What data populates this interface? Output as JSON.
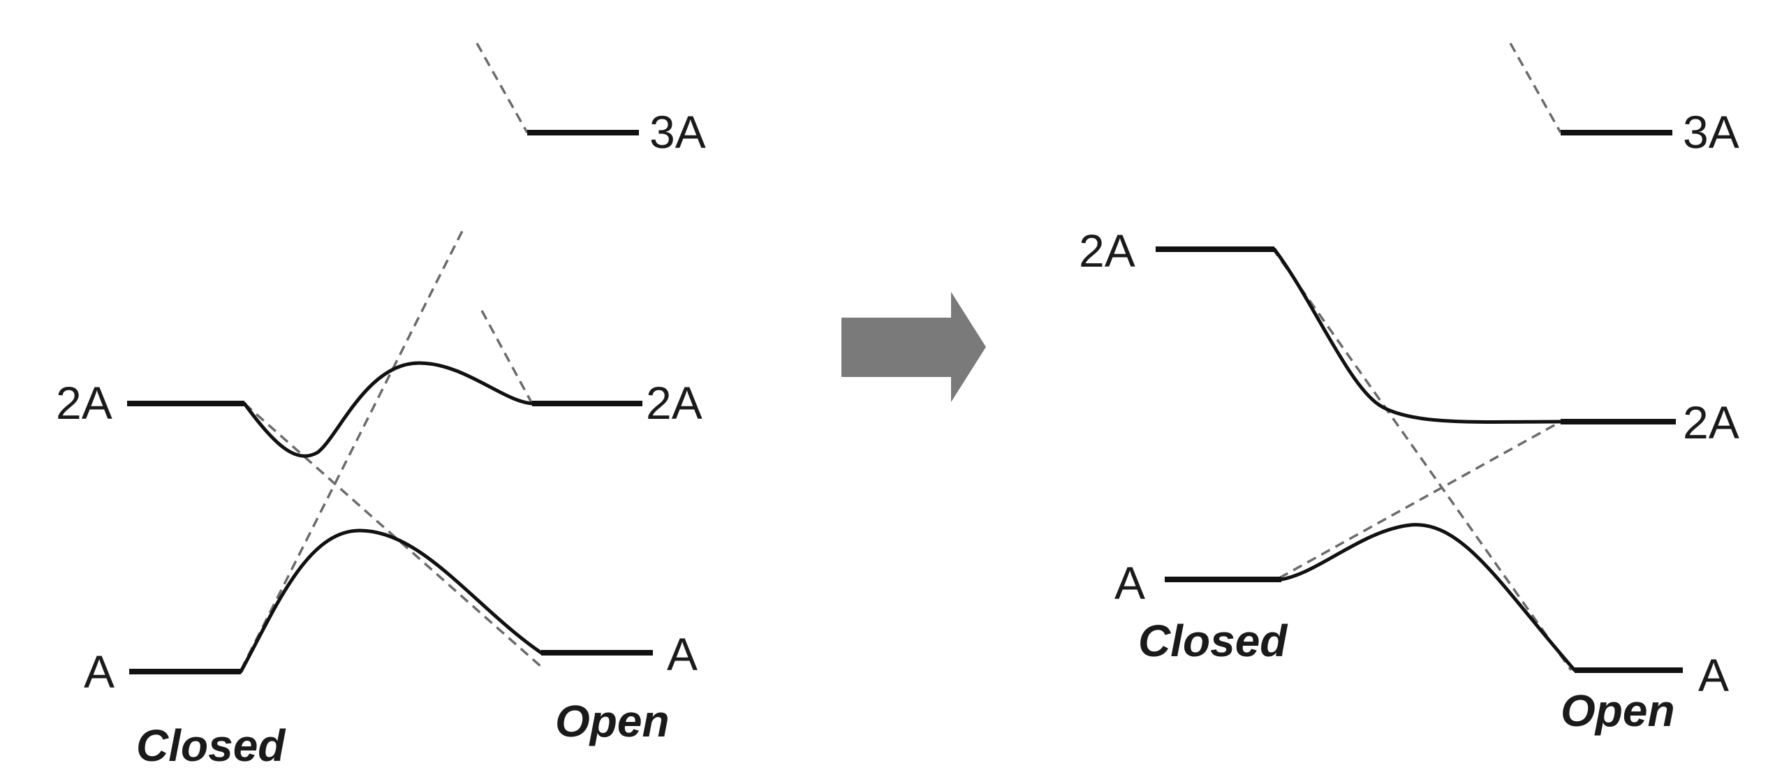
{
  "left_diagram": {
    "levels": {
      "top_right": "3A",
      "mid_left": "2A",
      "mid_right": "2A",
      "bottom_left": "A",
      "bottom_right": "A"
    },
    "states": {
      "left": "Closed",
      "right": "Open"
    }
  },
  "right_diagram": {
    "levels": {
      "top_right": "3A",
      "upper_left": "2A",
      "mid_right": "2A",
      "lower_left": "A",
      "bottom_right": "A"
    },
    "states": {
      "left": "Closed",
      "right": "Open"
    }
  },
  "colors": {
    "line": "#111111",
    "dashed": "#6b6b6b",
    "arrow": "#7a7a7a"
  }
}
